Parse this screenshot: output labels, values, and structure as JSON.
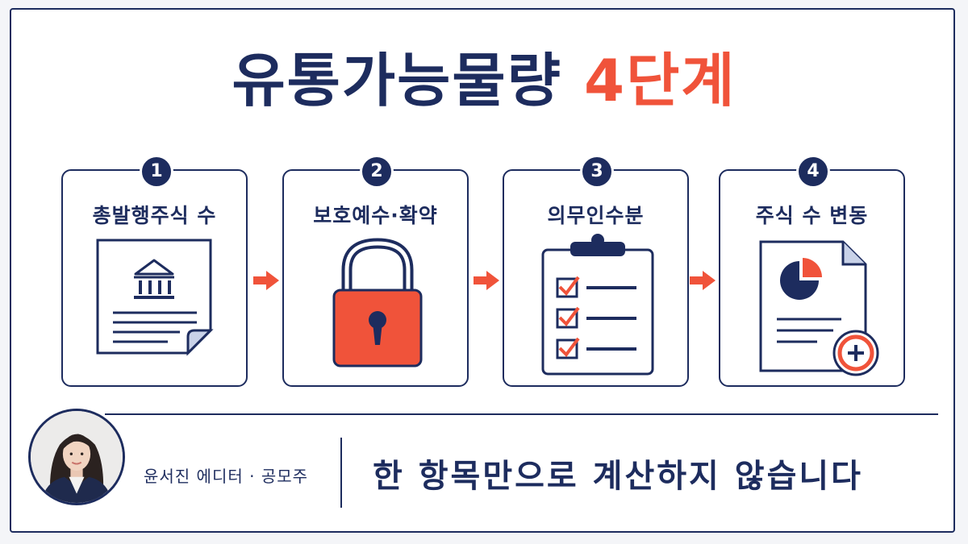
{
  "title": {
    "main": "유통가능물량",
    "accent": "4단계"
  },
  "steps": [
    {
      "number": "1",
      "label": "총발행주식 수",
      "icon": "bank-document-icon"
    },
    {
      "number": "2",
      "label": "보호예수·확약",
      "icon": "padlock-icon"
    },
    {
      "number": "3",
      "label": "의무인수분",
      "icon": "checklist-clipboard-icon"
    },
    {
      "number": "4",
      "label": "주식 수 변동",
      "icon": "pie-chart-document-plus-icon"
    }
  ],
  "footer": {
    "author": "윤서진 에디터 · 공모주",
    "tagline": "한 항목만으로 계산하지 않습니다"
  },
  "colors": {
    "navy": "#1d2c5e",
    "accent": "#f0533a",
    "background": "#ffffff"
  }
}
